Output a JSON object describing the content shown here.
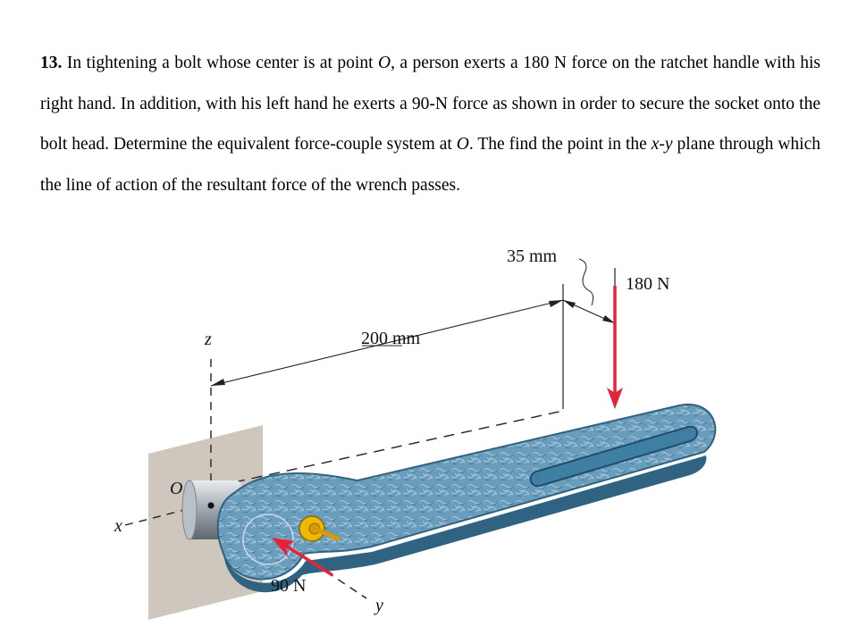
{
  "problem": {
    "number": "13.",
    "text_part1": " In tightening a bolt whose center is at point ",
    "point_name": "O",
    "text_part2": ", a person exerts a 180 N force on the ratchet handle with his right hand. In addition, with his left hand he exerts a 90-N force as shown in order to secure the socket onto the bolt head. Determine the equivalent force-couple system at ",
    "point_name_2": "O",
    "text_part3": ". The find the point in the ",
    "plane_name": "x-y",
    "text_part4": " plane through which the line of action of the resultant force of the wrench passes."
  },
  "figure": {
    "dim_35": "35 mm",
    "dim_200": "200 mm",
    "force_180": "180 N",
    "force_90": "90 N",
    "axis_z": "z",
    "axis_x": "x",
    "axis_y": "y",
    "point_o": "O",
    "colors": {
      "handle": "#5b8fb0",
      "handle_dark": "#2f6381",
      "force_arrow": "#e5243b",
      "wall": "#cfc7be",
      "nut": "#f2b705"
    }
  }
}
